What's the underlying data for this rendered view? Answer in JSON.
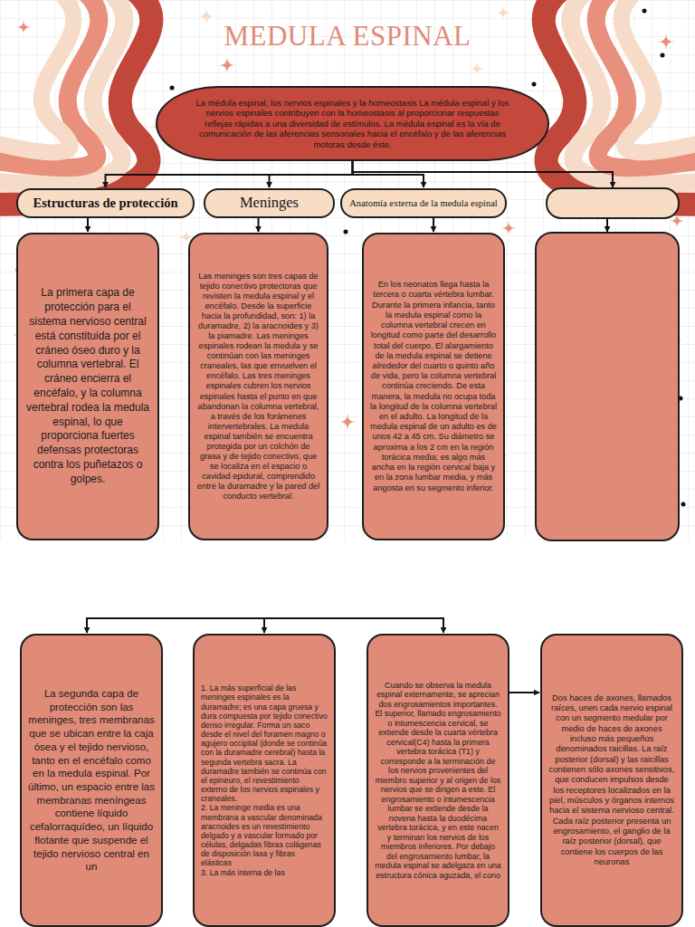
{
  "diagram": {
    "title": "MEDULA ESPINAL",
    "nodes": [
      {
        "text": [
          "La médula espinal, los nervios espinales y la homeostasis La médula espinal y los nervios espinales contribuyen con la homeostasis al proporcionar respuestas reflejas rápidas a una diversidad de estímulos. La médula espinal es la vía de comunicación de las aferencias sensoriales hacia el encéfalo y de las aferencias motoras desde éste."
        ]
      },
      {
        "text": [
          "Estructuras de protección"
        ]
      },
      {
        "text": [
          "Meninges"
        ]
      },
      {
        "text": [
          "Anatomía externa de la medula espinal"
        ]
      },
      {
        "text": [
          "La primera capa de protección para el sistema nervioso central está constituida por el cráneo óseo duro y la columna vertebral. El cráneo encierra el encéfalo, y la columna vertebral rodea la medula espinal, lo que proporciona fuertes defensas protectoras contra los puñetazos o golpes."
        ]
      },
      {
        "text": [
          "Las meninges son tres capas de tejido conectivo protectoras que revisten la medula espinal y el encéfalo. Desde la superficie hacia la profundidad, son: 1) la duramadre, 2) la aracnoides y 3) la piamadre. Las meninges espinales rodean la medula y se continúan con las meninges craneales, las que envuelven el encéfalo. Las tres meninges espinales cubren los nervios espinales hasta el punto en que abandonan la columna vertebral, a través de los forámenes intervertebrales. La medula espinal también se encuentra protegida por un colchón de grasa y de tejido conectivo, que se localiza en el espacio o cavidad epidural, comprendido entre la duramadre y la pared del conducto vertebral."
        ]
      },
      {
        "text": [
          "En los neonatos llega hasta la tercera o cuarta vértebra lumbar. Durante la primera infancia, tanto la medula espinal como la columna vertebral crecen en longitud como parte del desarrollo total del cuerpo. El alargamiento de la medula espinal se detiene alrededor del cuarto o quinto año de vida, pero la columna vertebral continúa creciendo. De esta manera, la medula no ocupa toda la longitud de la columna vertebral en el adulto. La longitud de la medula espinal de un adulto es de unos 42 a 45 cm. Su diámetro se aproxima a los 2 cm en la región torácica media; es algo más ancha en la región cervical baja y en la zona lumbar media, y más angosta en su segmento inferior."
        ]
      },
      {
        "text": [
          "La segunda capa de protección son las meninges, tres membranas que se ubican entre la caja ósea y el tejido nervioso, tanto en el encéfalo como en la medula espinal. Por último, un espacio entre las membranas meníngeas contiene líquido cefalorraquídeo, un líquido flotante que suspende el tejido nervioso central en un"
        ]
      },
      {
        "text": [
          "1. La más superficial de las meninges espinales es la duramadre; es una capa gruesa y dura compuesta por tejido conectivo denso irregular. Forma un saco desde el nivel del foramen magno o agujero occipital (donde se continúa con la duramadre cerebral) hasta la segunda vertebra sacra. La duramadre también se continúa con el epineuro, el revestimiento externo de los nervios espinales y craneales.",
          "2. La meninge media es una membrana a vascular denominada aracnoides es un revestimiento delgado y a vascular formado por células, delgadas fibras colágenas de disposición laxa y fibras elásticas",
          "3. La más interna de las"
        ]
      },
      {
        "text": [
          "Cuando se observa la medula espinal externamente, se aprecian dos engrosamientos importantes. El superior, llamado engrosamiento o intumescencia cervical, se extiende desde la cuarta vértebra cervical(C4) hasta la primera vertebra torácica (T1) y corresponde a la terminación de los nervios provenientes del miembro superior y al origen de los nervios que se dirigen a este. El engrosamiento o intumescencia lumbar se extiende desde la novena hasta la duodécima vertebra torácica, y en este nacen y terminan los nervios de los miembros inferiores. Por debajo del engrosamiento lumbar, la medula espinal se adelgaza en una estructura cónica aguzada, el cono"
        ]
      },
      {
        "text": [
          "Dos haces de axones, llamados raíces, unen cada nervio espinal con un segmento medular por medio de haces de axones incluso más pequeños denominados raicillas. La raíz posterior (dorsal) y las raicillas contienen sólo axones sensitivos, que conducen impulsos desde los receptores localizados en la piel, músculos y órganos internos hacia el sistema nervioso central. Cada raíz posterior presenta un engrosamiento, el ganglio de la raíz posterior (dorsal), que contiene los cuerpos de las neuronas"
        ]
      }
    ],
    "edges": [
      {
        "from": 0,
        "to": 1,
        "arrow": "to"
      },
      {
        "from": 0,
        "to": 2,
        "arrow": "to"
      },
      {
        "from": 0,
        "to": 3,
        "arrow": "to"
      },
      {
        "from": 1,
        "to": 4,
        "arrow": "to"
      },
      {
        "from": 2,
        "to": 5,
        "arrow": "to"
      },
      {
        "from": 3,
        "to": 6,
        "arrow": "to"
      },
      {
        "from": 9,
        "to": 10,
        "arrow": "to"
      }
    ]
  }
}
